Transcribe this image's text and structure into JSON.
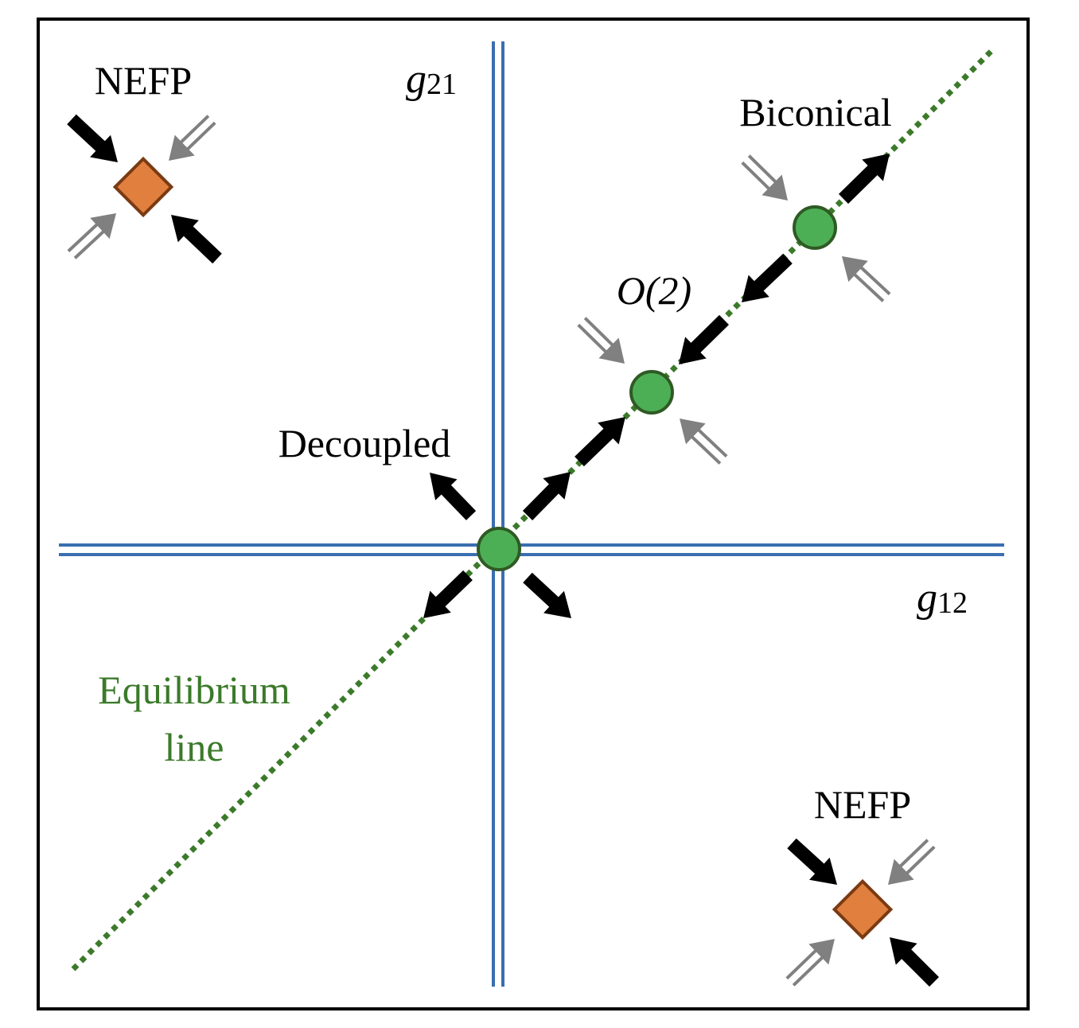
{
  "colors": {
    "axis": "#3a6fb0",
    "equilibrium": "#3b7a2a",
    "fixed_point_fill": "#4caf55",
    "fixed_point_stroke": "#2f5a24",
    "nefp_fill": "#e07f3e",
    "nefp_stroke": "#7a3a12",
    "strong_arrow": "#000000",
    "weak_arrow": "#808080",
    "frame": "#000000"
  },
  "axes": {
    "horizontal": {
      "name": "g",
      "sub": "12"
    },
    "vertical": {
      "name": "g",
      "sub": "21"
    }
  },
  "labels": {
    "nefp_top_left": "NEFP",
    "nefp_bottom_right": "NEFP",
    "biconical": "Biconical",
    "o2": "O(2)",
    "decoupled": "Decoupled",
    "equilibrium_line_1": "Equilibrium",
    "equilibrium_line_2": "line"
  },
  "fixed_points": [
    {
      "id": "decoupled",
      "shape": "circle"
    },
    {
      "id": "o2",
      "shape": "circle"
    },
    {
      "id": "biconical",
      "shape": "circle"
    },
    {
      "id": "nefp-top-left",
      "shape": "diamond"
    },
    {
      "id": "nefp-bottom-right",
      "shape": "diamond"
    }
  ],
  "icons": {
    "strong": "solid-arrow-icon",
    "weak": "double-line-arrow-icon"
  }
}
